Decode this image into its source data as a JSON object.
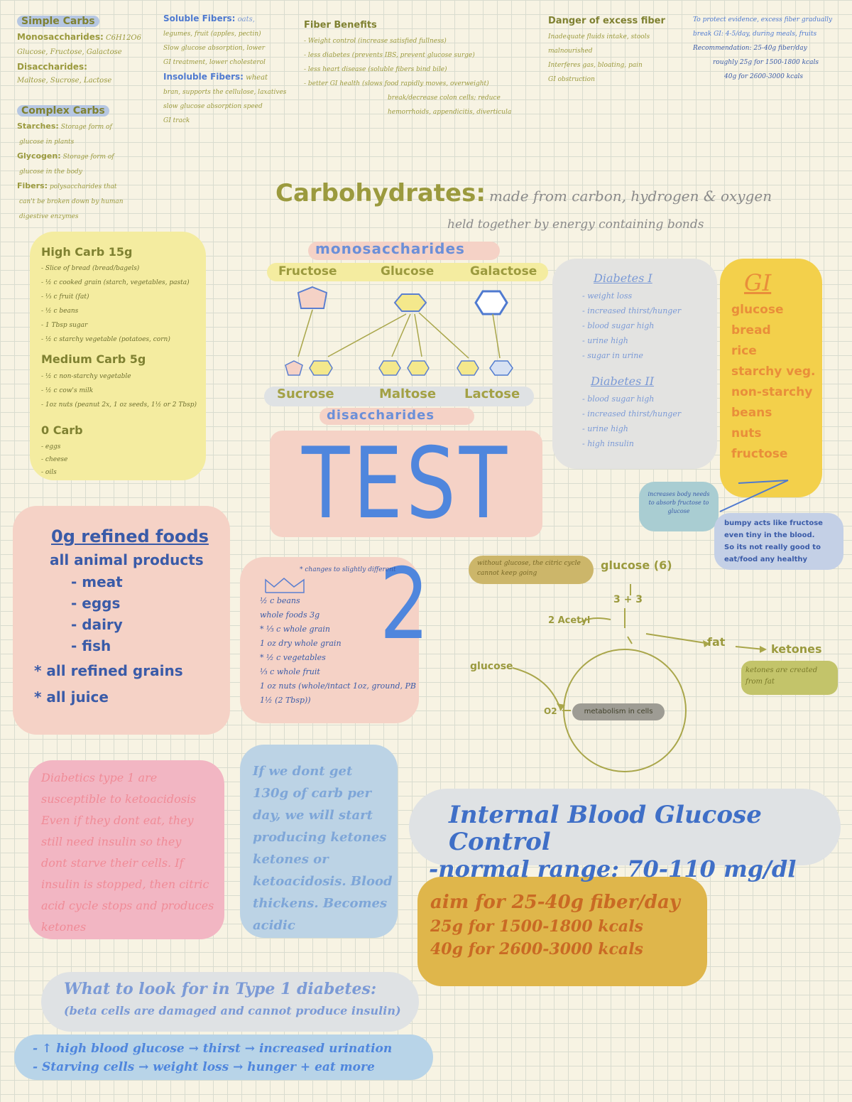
{
  "simple_carbs": {
    "title": "Simple Carbs",
    "mono_label": "Monosaccharides:",
    "mono_text": "C6H12O6",
    "mono_list": "Glucose, Fructose, Galactose",
    "di_label": "Disaccharides:",
    "di_list": "Maltose, Sucrose, Lactose"
  },
  "complex_carbs": {
    "title": "Complex Carbs",
    "lines": [
      {
        "label": "Starches:",
        "text": "Storage form of"
      },
      {
        "label": "",
        "text": "glucose in plants"
      },
      {
        "label": "Glycogen:",
        "text": "Storage form of"
      },
      {
        "label": "",
        "text": "glucose in the body"
      },
      {
        "label": "Fibers:",
        "text": "polysaccharides that"
      },
      {
        "label": "",
        "text": "can't be broken down by human"
      },
      {
        "label": "",
        "text": "digestive enzymes"
      }
    ]
  },
  "fibers": {
    "soluble_label": "Soluble Fibers:",
    "soluble_lines": [
      "oats,",
      "legumes, fruit (apples, pectin)",
      "Slow glucose absorption, lower",
      "GI treatment, lower cholesterol"
    ],
    "insoluble_label": "Insoluble Fibers:",
    "insoluble_lines": [
      "wheat",
      "bran, supports the cellulose, laxatives",
      "slow glucose absorption speed",
      "GI track"
    ]
  },
  "fiber_benefits": {
    "title": "Fiber Benefits",
    "items": [
      "- Weight control (increase satisfied fullness)",
      "- less diabetes (prevents IBS, prevent glucose surge)",
      "- less heart disease (soluble fibers bind bile)",
      "- better GI health (slows food rapidly moves, overweight)"
    ],
    "extra": [
      "break/decrease colon cells; reduce",
      "hemorrhoids, appendicitis, diverticula"
    ]
  },
  "danger_fiber": {
    "title": "Danger of excess fiber",
    "items": [
      "Inadequate fluids intake, stools",
      "malnourished",
      "Interferes gas, bloating, pain",
      "GI obstruction"
    ]
  },
  "fiber_rec": {
    "lines": [
      "To protect evidence, excess fiber gradually",
      "break GI: 4-5/day, during meals, fruits",
      "Recommendation: 25-40g fiber/day",
      "roughly 25g for 1500-1800 kcals",
      "40g for 2600-3000 kcals"
    ]
  },
  "carbohydrates": {
    "title": "Carbohydrates:",
    "line1": "made from carbon, hydrogen & oxygen",
    "line2": "held together by energy containing bonds"
  },
  "diagram": {
    "mono_title": "monosaccharides",
    "mono": [
      "Fructose",
      "Glucose",
      "Galactose"
    ],
    "di": [
      "Sucrose",
      "Maltose",
      "Lactose"
    ],
    "di_title": "disaccharides"
  },
  "test_title": "TEST 2",
  "high_carb": {
    "title": "High Carb 15g",
    "items": [
      "- Slice of bread (bread/bagels)",
      "- ½ c cooked grain (starch, vegetables, pasta)",
      "- ⅓ c fruit (fat)",
      "- ½ c beans",
      "- 1 Tbsp sugar",
      "- ½ c starchy vegetable (potatoes, corn)"
    ],
    "med_title": "Medium Carb 5g",
    "med_items": [
      "- ½ c non-starchy vegetable",
      "- ½ c cow's milk",
      "- 1oz nuts (peanut 2x, 1 oz seeds, 1½ or 2 Tbsp)"
    ],
    "zero_title": "0 Carb",
    "zero_items": [
      "- eggs",
      "- cheese",
      "- oils"
    ]
  },
  "zero_refined": {
    "title": "0g refined foods",
    "subtitle": "all animal products",
    "items": [
      "- meat",
      "- eggs",
      "- dairy",
      "- fish"
    ],
    "extra": [
      "* all refined grains",
      "* all juice"
    ]
  },
  "whole_foods": {
    "note": "* changes to slightly different",
    "items": [
      "½ c beans",
      "whole foods 3g",
      "* ⅓ c whole grain",
      "1 oz dry whole grain",
      "* ½ c vegetables",
      "⅓ c whole fruit",
      "1 oz nuts (whole/intact 1oz, ground, PB 1½ (2 Tbsp))"
    ]
  },
  "diabetes": {
    "t1_title": "Diabetes I",
    "t1": [
      "- weight loss",
      "- increased thirst/hunger",
      "- blood sugar high",
      "- urine high",
      "- sugar in urine"
    ],
    "t2_title": "Diabetes II",
    "t2": [
      "- blood sugar high",
      "- increased thirst/hunger",
      "- urine high",
      "- high insulin"
    ]
  },
  "gi": {
    "title": "GI",
    "items": [
      "glucose",
      "bread",
      "rice",
      "starchy veg.",
      "non-starchy",
      "beans",
      "nuts",
      "fructose"
    ],
    "bubble": "increases body needs to absorb fructose to glucose",
    "note": [
      "bumpy acts like fructose",
      "even tiny in the blood.",
      "So its not really good to",
      "eat/food any healthy"
    ]
  },
  "metabolism": {
    "without": "without glucose, the citric cycle cannot keep going",
    "glucose": "glucose (6)",
    "three": "3 + 3",
    "acetyl": "2 Acetyl",
    "fat": "fat",
    "ketones": "ketones",
    "glucose_left": "glucose",
    "o2": "O2",
    "center": "metabolism in cells",
    "ketone_note": "ketones are created from fat"
  },
  "diabetes_note": {
    "lines": [
      "Diabetics type 1 are",
      "susceptible to ketoacidosis",
      "Even if they dont eat, they",
      "still need insulin so they",
      "dont starve their cells. If",
      "insulin is stopped, then citric",
      "acid cycle stops and produces",
      "ketones"
    ]
  },
  "low_carb": {
    "lines": [
      "If we dont get",
      "130g of carb per",
      "day, we will start",
      "producing ketones",
      "ketones or",
      "ketoacidosis. Blood",
      "thickens. Becomes",
      "acidic"
    ]
  },
  "blood_glucose": {
    "line1": "Internal Blood Glucose Control",
    "line2": "-normal range: 70-110 mg/dl"
  },
  "fiber_aim": {
    "lines": [
      "aim for 25-40g fiber/day",
      "25g for 1500-1800 kcals",
      "40g for 2600-3000 kcals"
    ]
  },
  "type1_look": {
    "line1": "What to look for in Type 1 diabetes:",
    "line2": "(beta cells are damaged and cannot produce insulin)"
  },
  "symptoms": {
    "line1": "- ↑ high blood glucose → thirst → increased urination",
    "line2": "- Starving cells → weight loss → hunger + eat more"
  },
  "colors": {
    "olive": "#9b9a3e",
    "blue": "#4f7ad0",
    "pink_bg": "#f2c7bd",
    "yellow_bg": "#f4eca0",
    "gold_bg": "#dfb64b",
    "gray_bg": "#e1e1de"
  }
}
